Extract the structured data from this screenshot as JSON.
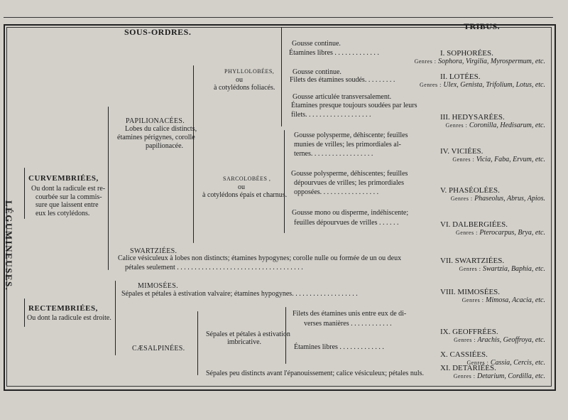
{
  "headers": {
    "sous_ordres": "SOUS-ORDRES.",
    "tribus": "TRIBUS."
  },
  "vertical_title": "LÉGUMINEUSES.",
  "curvembriees": {
    "title": "CURVEMBRIÉES,",
    "lines": [
      "Ou dont la radicule est re-",
      "courbée sur la commis-",
      "sure que laissent entre",
      "eux les cotylédons."
    ]
  },
  "rectembriees": {
    "title": "RECTEMBRIÉES,",
    "line": "Ou dont la radicule est droite."
  },
  "papilionacees": {
    "title": "PAPILIONACÉES.",
    "lines": [
      "Lobes du calice distincts,",
      "étamines périgynes, corolle",
      "papilionacée."
    ]
  },
  "phyllolobees": {
    "title": "PHYLLOLOBÉES,",
    "ou": "ou",
    "desc": "à cotylédons foliacés."
  },
  "sarcolobees": {
    "title": "SARCOLOBÉES ,",
    "ou": "ou",
    "desc": "à cotylédons épais et charnus."
  },
  "characters": {
    "c1": [
      "Gousse continue.",
      "Étamines libres . . . . . . . . . . . . ."
    ],
    "c2": [
      "Gousse continue.",
      "Filets des étamines soudés. . . . . . . . ."
    ],
    "c3": [
      "Gousse articulée transversalement.",
      "Étamines presque toujours soudées par leurs",
      "filets. . . . . . . . . . . . . . . . . . ."
    ],
    "c4": [
      "Gousse polysperme, déhiscente; feuilles",
      "munies de vrilles; les primordiales al-",
      "ternes. . . . . . . . . . . . . . . . . ."
    ],
    "c5": [
      "Gousse polysperme, déhiscentes; feuilles",
      "dépourvues de vrilles; les primordiales",
      "opposées. . . . . . . . . . . . . . . . ."
    ],
    "c6": [
      "Gousse mono ou disperme, indéhiscente;",
      "feuilles dépourvues de vrilles . . . . . ."
    ]
  },
  "swartziees": {
    "title": "SWARTZIÉES.",
    "lines": [
      "Calice vésiculeux à lobes non distincts; étamines hypogynes; corolle nulle ou formée de un ou deux",
      "pétales seulement . . . . . . . . . . . . . . . . . . . . . . . . . . . . . . . . . . . ."
    ]
  },
  "mimosees": {
    "title": "MIMOSÉES.",
    "line": "Sépales et pétales à estivation valvaire; étamines hypogynes. . . . . . . . . . . . . . . . . . ."
  },
  "caesalpinees": {
    "title": "CÆSALPINÉES.",
    "imbric": [
      "Sépales et pétales à estivation",
      "imbricative."
    ],
    "c9": [
      "Filets des étamines unis entre eux de di-",
      "verses manières . . . . . . . . . . . ."
    ],
    "c10": "Étamines libres . . . . . . . . . . . . .",
    "c11": "Sépales peu distincts avant l'épanouissement; calice vésiculeux; pétales nuls."
  },
  "genres_label": "Genres :",
  "tribes": [
    {
      "name": "I. SOPHORÉES.",
      "genres": "Sophora, Virgilia, Myrospermum, etc."
    },
    {
      "name": "II. LOTÉES.",
      "genres": "Ulex, Genista, Trifolium, Lotus, etc."
    },
    {
      "name": "III. HEDYSARÉES.",
      "genres": "Coronilla, Hedisarum, etc."
    },
    {
      "name": "IV. VICIÉES.",
      "genres": "Vicia, Faba, Ervum, etc."
    },
    {
      "name": "V. PHASÉOLÉES.",
      "genres": "Phaseolus, Abrus, Apios."
    },
    {
      "name": "VI. DALBERGIÉES.",
      "genres": "Pterocarpus, Brya, etc."
    },
    {
      "name": "VII. SWARTZIÉES.",
      "genres": "Swartzia, Baphia, etc."
    },
    {
      "name": "VIII. MIMOSÉES.",
      "genres": "Mimosa, Acacia, etc."
    },
    {
      "name": "IX. GEOFFRÉES.",
      "genres": "Arachis, Geoffroya, etc."
    },
    {
      "name": "X. CASSIÉES.",
      "genres": "Cassia, Cercis, etc."
    },
    {
      "name": "XI. DETARIÉES.",
      "genres": "Detarium, Cordilla, etc."
    }
  ]
}
